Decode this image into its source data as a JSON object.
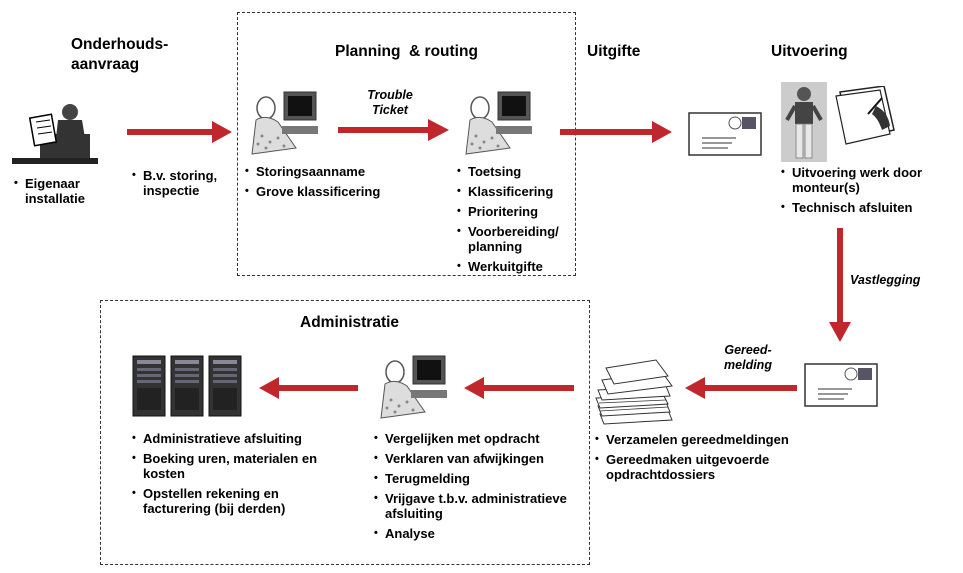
{
  "aanvraag": {
    "title_line1": "Onderhouds-",
    "title_line2": "aanvraag",
    "items": [
      "Eigenaar installatie"
    ]
  },
  "aanvraag_note": {
    "items": [
      "B.v. storing, inspectie"
    ]
  },
  "planning": {
    "title": "Planning  & routing",
    "left_items": [
      "Storingsaanname",
      "Grove klassificering"
    ],
    "right_items": [
      "Toetsing",
      "Klassificering",
      "Prioritering",
      "Voorbereiding/ planning",
      "Werkuitgifte"
    ]
  },
  "trouble_ticket": {
    "line1": "Trouble",
    "line2": "Ticket"
  },
  "uitgifte": {
    "title": "Uitgifte"
  },
  "uitvoering": {
    "title": "Uitvoering",
    "items": [
      "Uitvoering werk door monteur(s)",
      "Technisch afsluiten"
    ]
  },
  "vastlegging": {
    "label": "Vastlegging"
  },
  "gereedmelding": {
    "line1": "Gereed-",
    "line2": "melding"
  },
  "verzamelen": {
    "items": [
      "Verzamelen gereedmeldingen",
      "Gereedmaken uitgevoerde opdrachtdossiers"
    ]
  },
  "administratie": {
    "title": "Administratie",
    "middle_items": [
      "Vergelijken met opdracht",
      "Verklaren van afwijkingen",
      "Terugmelding",
      "Vrijgave t.b.v. administratieve afsluiting",
      "Analyse"
    ],
    "left_items": [
      "Administratieve afsluiting",
      "Boeking uren, materialen en kosten",
      "Opstellen rekening en facturering (bij derden)"
    ]
  },
  "colors": {
    "arrow": "#c0272d",
    "box_border": "#333333"
  },
  "icons": [
    "owner-reading-icon",
    "operator-computer-icon",
    "envelope-icon",
    "mechanic-icon",
    "signing-hand-icon",
    "paper-stack-icon",
    "server-rack-icon"
  ]
}
